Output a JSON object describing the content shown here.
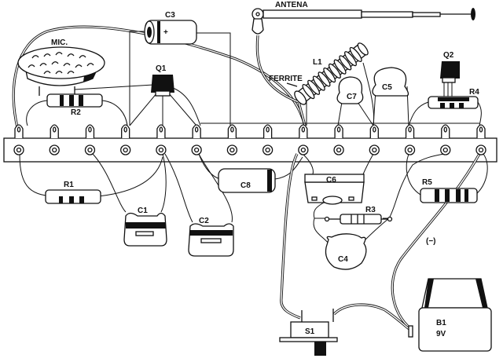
{
  "diagram": {
    "title": "Wireless microphone assembly on terminal strip",
    "components": {
      "antenna": "ANTENA",
      "c3": "C3",
      "mic": "MIC.",
      "q1": "Q1",
      "r2": "R2",
      "l1": "L1",
      "ferrite": "FERRITE",
      "q2": "Q2",
      "c7": "C7",
      "c5": "C5",
      "r4": "R4",
      "r1": "R1",
      "c1": "C1",
      "c2": "C2",
      "c8": "C8",
      "c6": "C6",
      "r3": "R3",
      "r5": "R5",
      "c4": "C4",
      "negative": "(−)",
      "s1": "S1",
      "b1": "B1",
      "b1_voltage": "9V",
      "c3_polarity": "+"
    },
    "terminal_strip": {
      "lug_count": 14
    },
    "colors": {
      "ink": "#111111",
      "paper": "#ffffff"
    }
  }
}
